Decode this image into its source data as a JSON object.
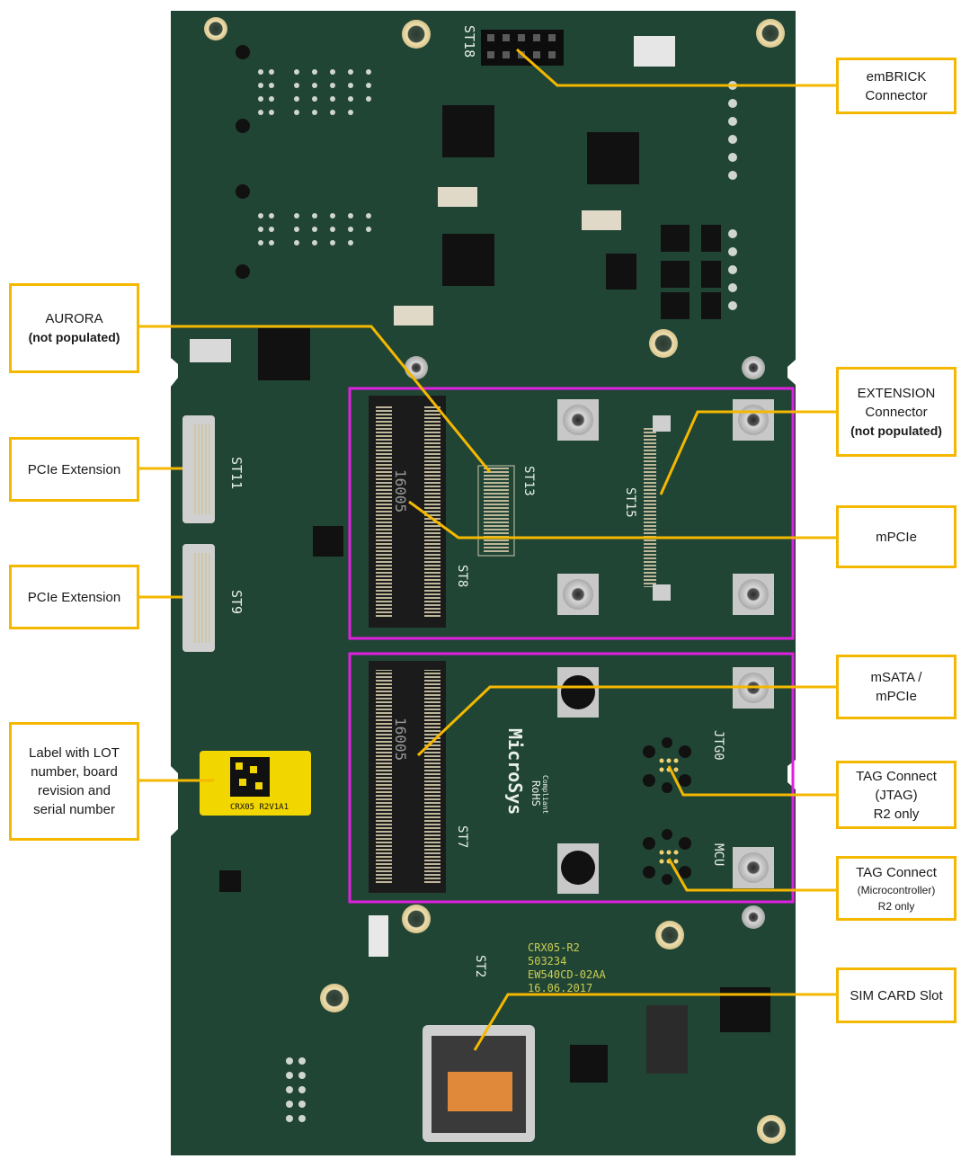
{
  "colors": {
    "pcb": "#214535",
    "highlight_box": "#e020e0",
    "callout": "#f5b800",
    "pad": "#f0e0b0",
    "label_sticker": "#f2d600"
  },
  "silkscreen": {
    "st18": "ST18",
    "st11": "ST11",
    "st9": "ST9",
    "st13": "ST13",
    "st15": "ST15",
    "st8": "ST8",
    "st7": "ST7",
    "st2": "ST2",
    "jtg0": "JTG0",
    "mcu": "MCU",
    "board_line1": "CRX05-R2",
    "board_line2": "503234",
    "board_line3": "EW540CD-02AA",
    "board_line4": "16.06.2017",
    "brand": "MicroSys",
    "rohs_line1": "RoHS",
    "rohs_line2": "Compliant",
    "connector_mark": "16005",
    "label_id": "CRX05 R2V1A1"
  },
  "callouts": {
    "embrick": {
      "line1": "emBRICK",
      "line2": "Connector"
    },
    "aurora": {
      "line1": "AURORA",
      "line2": "(not populated)"
    },
    "extension": {
      "line1": "EXTENSION",
      "line2": "Connector",
      "line3": "(not populated)"
    },
    "pcie_ext_1": {
      "line1": "PCIe Extension"
    },
    "pcie_ext_2": {
      "line1": "PCIe Extension"
    },
    "mpcie": {
      "line1": "mPCIe"
    },
    "msata": {
      "line1": "mSATA /",
      "line2": "mPCIe"
    },
    "label_lot": {
      "line1": "Label with LOT",
      "line2": "number, board",
      "line3": "revision and",
      "line4": "serial number"
    },
    "tag_jtag": {
      "line1": "TAG Connect",
      "line2": "(JTAG)",
      "line3": "R2 only"
    },
    "tag_mcu": {
      "line1": "TAG Connect",
      "line2": "(Microcontroller)",
      "line3": "R2 only"
    },
    "sim": {
      "line1": "SIM CARD Slot"
    }
  }
}
